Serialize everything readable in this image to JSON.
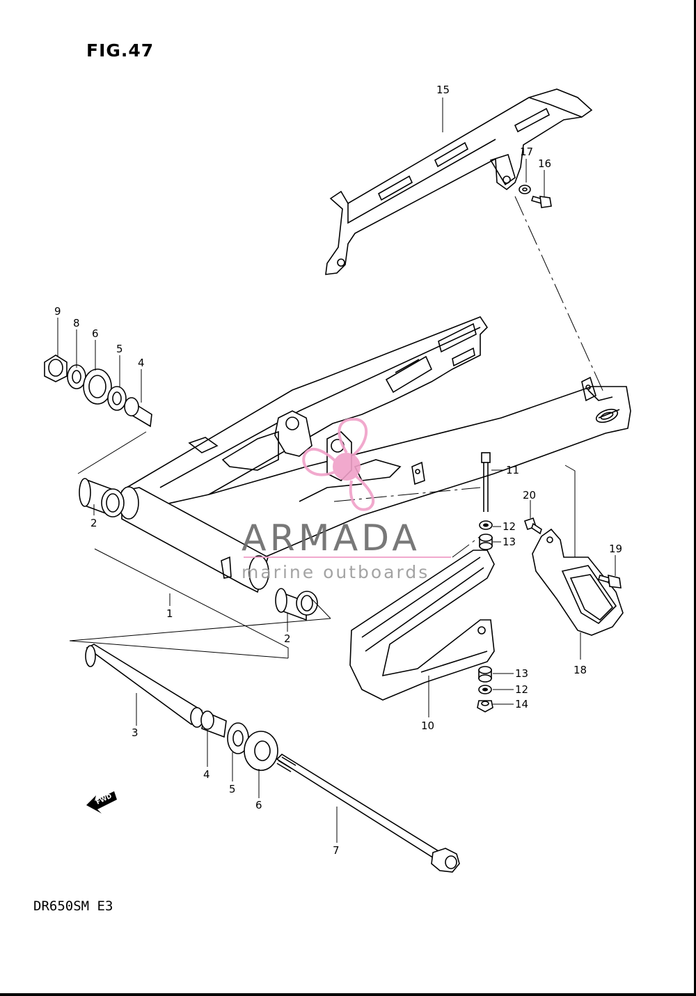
{
  "figure": {
    "title": "FIG.47",
    "model": "DR650SM E3"
  },
  "watermark": {
    "brand": "ARMADA",
    "tagline": "marine outboards",
    "color": "#f0a0c8"
  },
  "direction_arrow": {
    "label": "FWD"
  },
  "callouts": [
    {
      "id": "c15",
      "text": "15"
    },
    {
      "id": "c17",
      "text": "17"
    },
    {
      "id": "c16",
      "text": "16"
    },
    {
      "id": "c9",
      "text": "9"
    },
    {
      "id": "c8",
      "text": "8"
    },
    {
      "id": "c6a",
      "text": "6"
    },
    {
      "id": "c5a",
      "text": "5"
    },
    {
      "id": "c4a",
      "text": "4"
    },
    {
      "id": "c11",
      "text": "11"
    },
    {
      "id": "c20",
      "text": "20"
    },
    {
      "id": "c12a",
      "text": "12"
    },
    {
      "id": "c13a",
      "text": "13"
    },
    {
      "id": "c19",
      "text": "19"
    },
    {
      "id": "c2a",
      "text": "2"
    },
    {
      "id": "c1",
      "text": "1"
    },
    {
      "id": "c2b",
      "text": "2"
    },
    {
      "id": "c18",
      "text": "18"
    },
    {
      "id": "c13b",
      "text": "13"
    },
    {
      "id": "c12b",
      "text": "12"
    },
    {
      "id": "c14",
      "text": "14"
    },
    {
      "id": "c10",
      "text": "10"
    },
    {
      "id": "c3",
      "text": "3"
    },
    {
      "id": "c4b",
      "text": "4"
    },
    {
      "id": "c5b",
      "text": "5"
    },
    {
      "id": "c6b",
      "text": "6"
    },
    {
      "id": "c7",
      "text": "7"
    }
  ]
}
